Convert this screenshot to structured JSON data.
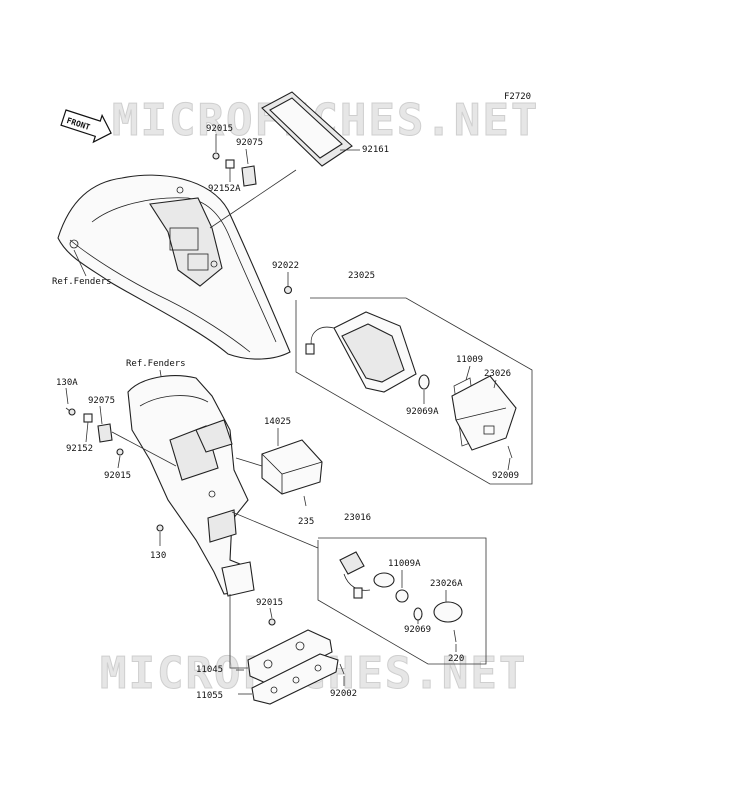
{
  "diagram": {
    "code": "F2720",
    "front_label": "FRONT",
    "watermark": "MICROFICHES.NET",
    "ref_labels": [
      "Ref.Fenders",
      "Ref.Fenders"
    ],
    "part_numbers": {
      "p92015_top": "92015",
      "p92075_top": "92075",
      "p92152A": "92152A",
      "p92161": "92161",
      "p92022": "92022",
      "p23025": "23025",
      "p11009": "11009",
      "p23026": "23026",
      "p92069A": "92069A",
      "p92009": "92009",
      "p130A": "130A",
      "p92075_mid": "92075",
      "p92152": "92152",
      "p92015_mid": "92015",
      "p14025": "14025",
      "p235": "235",
      "p130": "130",
      "p23016": "23016",
      "p11009A": "11009A",
      "p23026A": "23026A",
      "p92069": "92069",
      "p220": "220",
      "p92015_low": "92015",
      "p11045": "11045",
      "p11055": "11055",
      "p92002": "92002"
    }
  }
}
